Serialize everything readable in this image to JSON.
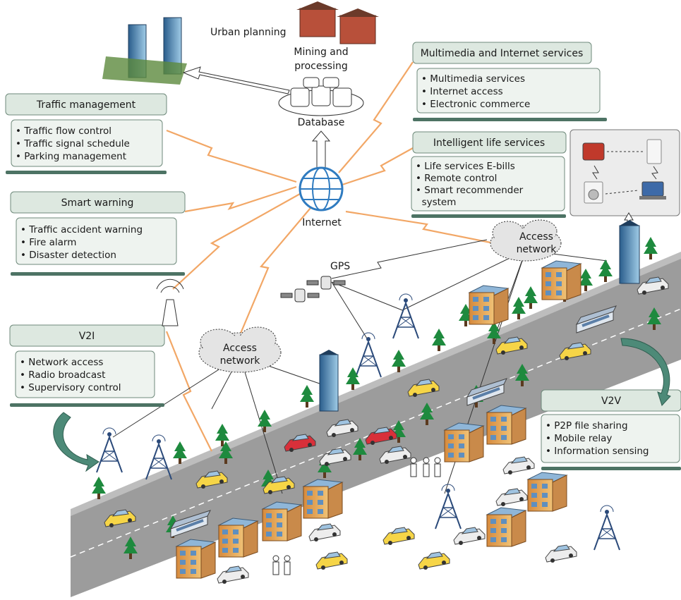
{
  "labels": {
    "urban_planning": "Urban planning",
    "mining_line1": "Mining and",
    "mining_line2": "processing",
    "database": "Database",
    "internet": "Internet",
    "gps": "GPS",
    "access_network_left_1": "Access",
    "access_network_left_2": "network",
    "access_network_right_1": "Access",
    "access_network_right_2": "network"
  },
  "panels": {
    "traffic": {
      "title": "Traffic management",
      "items": [
        "• Traffic flow control",
        "• Traffic signal schedule",
        "• Parking management"
      ]
    },
    "warning": {
      "title": "Smart warning",
      "items": [
        "• Traffic accident warning",
        "• Fire alarm",
        "• Disaster detection"
      ]
    },
    "v2i": {
      "title": "V2I",
      "items": [
        "• Network access",
        "• Radio broadcast",
        "• Supervisory control"
      ]
    },
    "multimedia": {
      "title": "Multimedia and Internet services",
      "items": [
        "• Multimedia services",
        "• Internet access",
        "• Electronic commerce"
      ]
    },
    "life": {
      "title": "Intelligent life services",
      "items": [
        "• Life services E-bills",
        "• Remote control",
        "• Smart recommender",
        "  system"
      ]
    },
    "v2v": {
      "title": "V2V",
      "items": [
        "• P2P file sharing",
        "• Mobile relay",
        "• Information sensing"
      ]
    }
  },
  "colors": {
    "panel_fill": "#dde8e0",
    "panel_border": "#6f8a7b",
    "underline": "#4d7364",
    "road": "#9c9c9c",
    "road_dark": "#7c7c7c",
    "lightning": "#f2a766",
    "tree": "#1e8a3e",
    "taxi": "#f6d547",
    "cloud": "#e4e4e4",
    "tower": "#2b4a7a"
  }
}
